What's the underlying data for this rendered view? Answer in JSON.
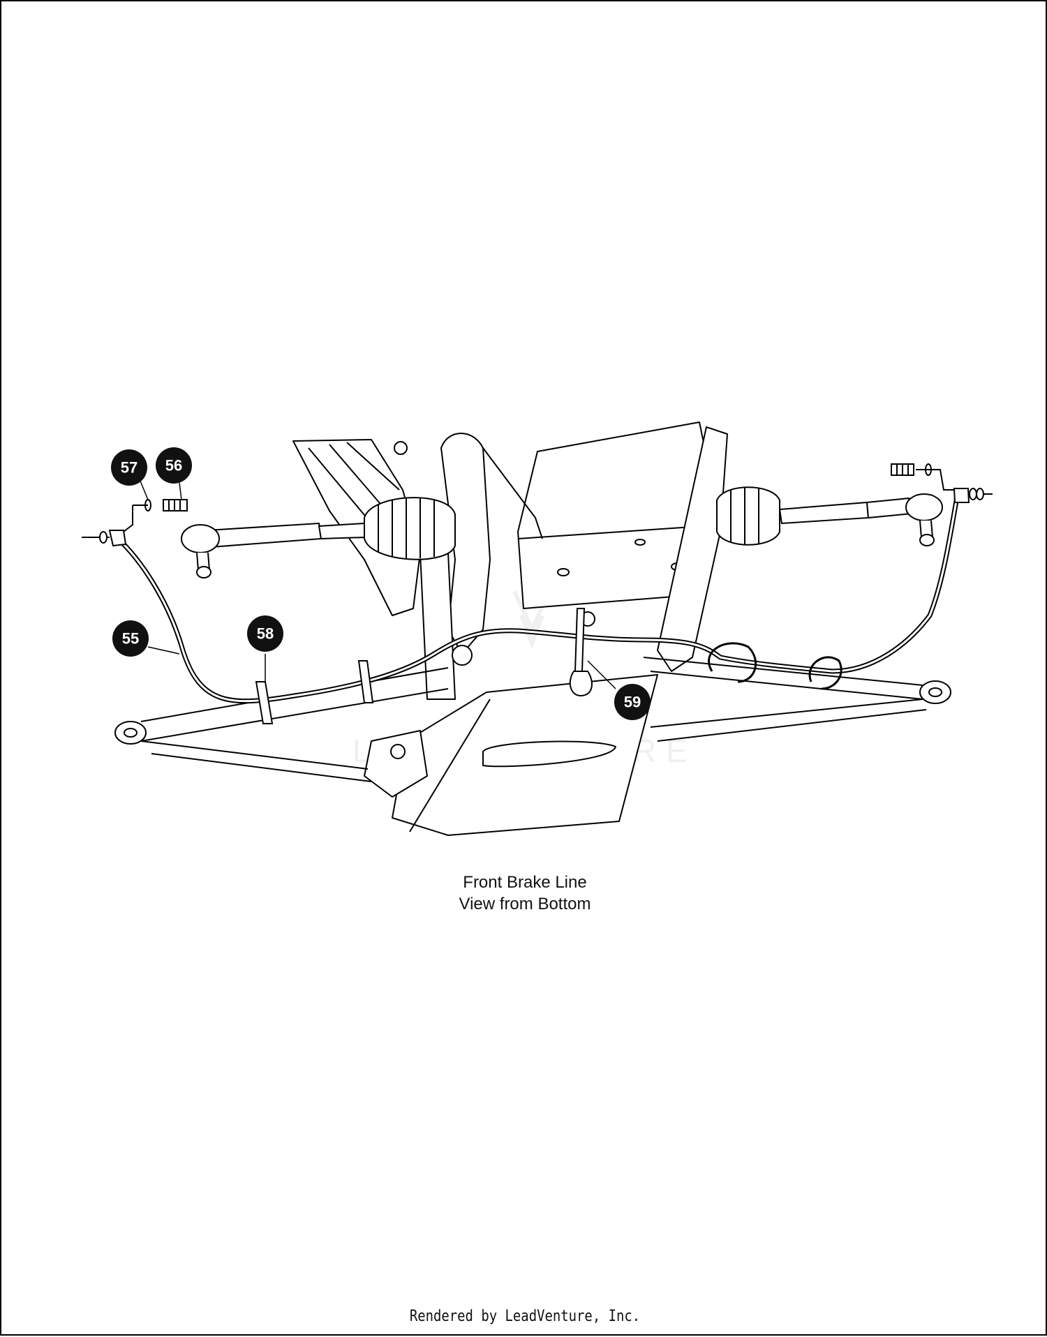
{
  "figure": {
    "caption_line_1": "Front Brake Line",
    "caption_line_2": "View from Bottom",
    "footer": "Rendered by LeadVenture, Inc.",
    "watermark": "LEADVENTURE"
  },
  "callouts": [
    {
      "id": "55",
      "label": "55"
    },
    {
      "id": "56",
      "label": "56"
    },
    {
      "id": "57",
      "label": "57"
    },
    {
      "id": "58",
      "label": "58"
    },
    {
      "id": "59",
      "label": "59"
    }
  ],
  "colors": {
    "line": "#000000",
    "callout_fill": "#111111",
    "callout_text": "#ffffff"
  }
}
